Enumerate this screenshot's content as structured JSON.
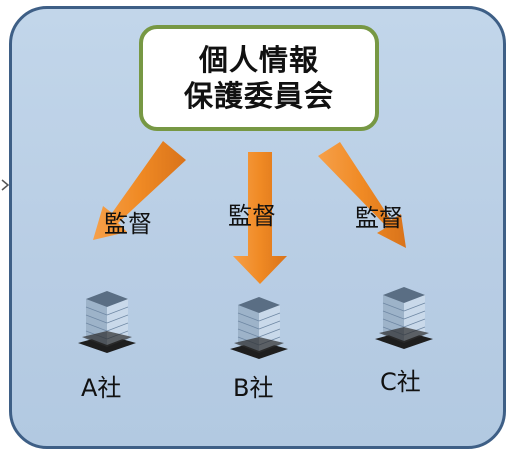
{
  "committee": {
    "line1": "個人情報",
    "line2": "保護委員会"
  },
  "arrows": [
    {
      "label": "監督"
    },
    {
      "label": "監督"
    },
    {
      "label": "監督"
    }
  ],
  "companies": [
    {
      "name": "A社",
      "icon": "office-building-icon"
    },
    {
      "name": "B社",
      "icon": "office-building-icon"
    },
    {
      "name": "C社",
      "icon": "office-building-icon"
    }
  ],
  "colors": {
    "panel_fill": "#bcd1e7",
    "panel_border": "#3e5f86",
    "committee_border": "#779844",
    "arrow": "#f08a24"
  }
}
